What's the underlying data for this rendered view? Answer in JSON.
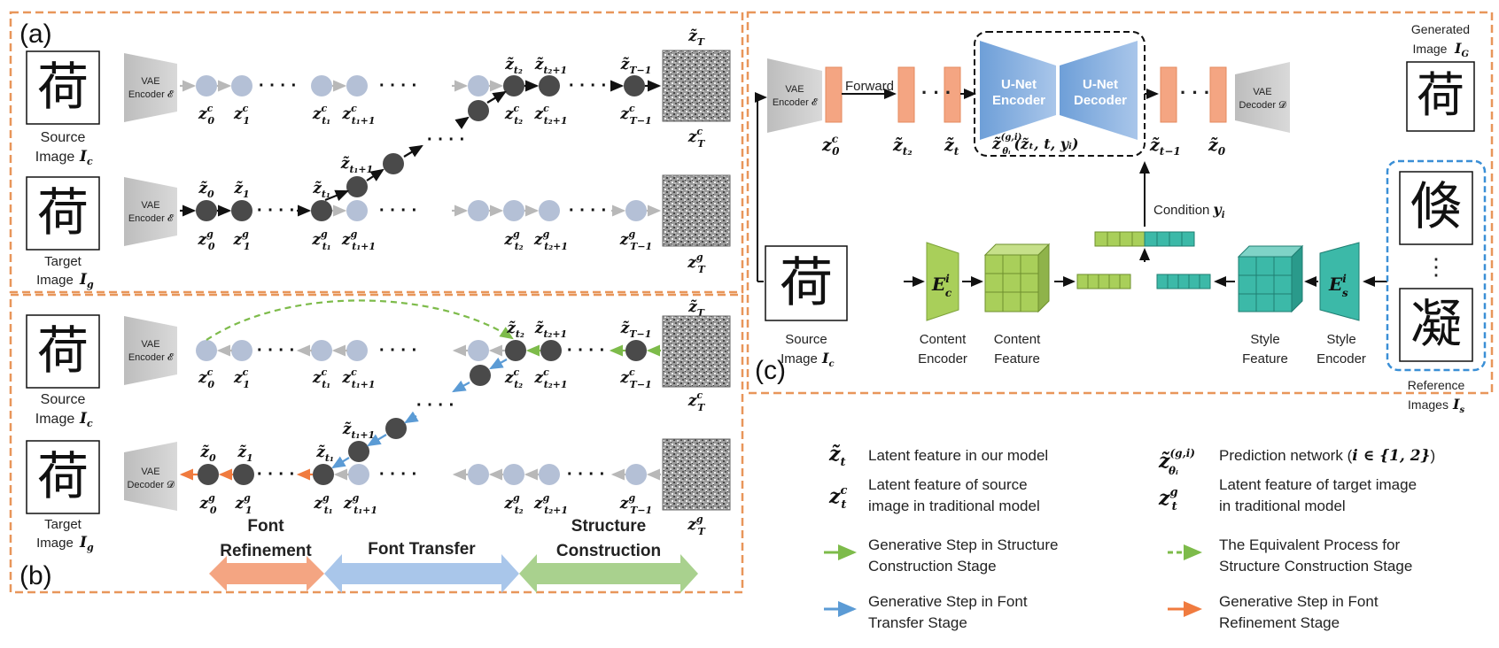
{
  "panels": {
    "a": "(a)",
    "b": "(b)",
    "c": "(c)"
  },
  "images": {
    "source": {
      "char": "荷",
      "line1": "Source",
      "line2": "Image",
      "sym": "I",
      "sub": "c"
    },
    "target": {
      "char": "荷",
      "line1": "Target",
      "line2": "Image",
      "sym": "I",
      "sub": "g"
    },
    "generated": {
      "char": "荷",
      "line1": "Generated",
      "line2": "Image",
      "sym": "I",
      "sub": "G"
    },
    "content_input": {
      "char": "荷",
      "line1": "Source",
      "line2": "Image",
      "sym": "I",
      "sub": "c"
    },
    "reference": {
      "chars": [
        "倏",
        "⋮",
        "凝"
      ],
      "line1": "Reference",
      "line2": "Images",
      "sym": "I",
      "sub": "s"
    }
  },
  "vae": {
    "encoder": {
      "line1": "VAE",
      "line2": "Encoder 𝓔"
    },
    "decoder": {
      "line1": "VAE",
      "line2": "Decoder 𝓓"
    }
  },
  "latents": {
    "z_top": [
      "z",
      "z",
      "z",
      "z",
      "z",
      "z",
      "z"
    ],
    "ztilde": "z̃",
    "subs": {
      "0": "0",
      "1": "1",
      "t1": "t₁",
      "t1p1": "t₁+1",
      "t2": "t₂",
      "t2p1": "t₂+1",
      "Tm1": "T−1",
      "T": "T"
    },
    "sup_c": "c",
    "sup_g": "g",
    "ellipsis": "· · · ·"
  },
  "stages": {
    "refine_l1": "Font",
    "refine_l2": "Refinement",
    "transfer": "Font Transfer",
    "struct_l1": "Structure",
    "struct_l2": "Construction"
  },
  "panel_c": {
    "forward": "Forward",
    "unet_enc_l1": "U-Net",
    "unet_enc_l2": "Encoder",
    "unet_dec_l1": "U-Net",
    "unet_dec_l2": "Decoder",
    "condition": "Condition",
    "condition_sym": "y",
    "condition_sub": "i",
    "pred": "z̃",
    "pred_sup": "(g,i)",
    "pred_sub": "θᵢ",
    "pred_args": "(z̃ₜ, t, yᵢ)",
    "content_encoder_l1": "Content",
    "content_encoder_l2": "Encoder",
    "content_feature_l1": "Content",
    "content_feature_l2": "Feature",
    "style_feature_l1": "Style",
    "style_feature_l2": "Feature",
    "style_encoder_l1": "Style",
    "style_encoder_l2": "Encoder",
    "ec": "E",
    "ec_sup": "i",
    "ec_sub": "c",
    "es": "E",
    "es_sup": "i",
    "es_sub": "s",
    "z0c": "z",
    "zt2": "z̃",
    "zt": "z̃",
    "ztm1": "z̃",
    "z0": "z̃"
  },
  "legend": {
    "latent_ours": "Latent feature in our model",
    "latent_src_l1": "Latent feature of source",
    "latent_src_l2": "image in traditional model",
    "pred_net": "Prediction network (",
    "pred_net_set": "i ∈ {1, 2}",
    "pred_net_close": ")",
    "latent_tgt_l1": "Latent feature of target image",
    "latent_tgt_l2": "in traditional model",
    "green_l1": "Generative Step in Structure",
    "green_l2": "Construction Stage",
    "blue_l1": "Generative Step in Font",
    "blue_l2": "Transfer Stage",
    "dashed_l1": "The Equivalent Process for",
    "dashed_l2": "Structure Construction Stage",
    "orange_l1": "Generative Step in Font",
    "orange_l2": "Refinement Stage"
  },
  "colors": {
    "frame": "#E8965A",
    "node_light": "#B4C0D6",
    "node_dark": "#4A4A4A",
    "arrow_gray": "#B8B8B8",
    "green": "#7DBB4A",
    "blue": "#5B9BD5",
    "orange": "#F07B3F",
    "unet": "#8DB3E2",
    "feature": "#F4A582",
    "content": "#A9CF5A",
    "style": "#3CB9A8",
    "ref_frame": "#3A8FD6"
  }
}
